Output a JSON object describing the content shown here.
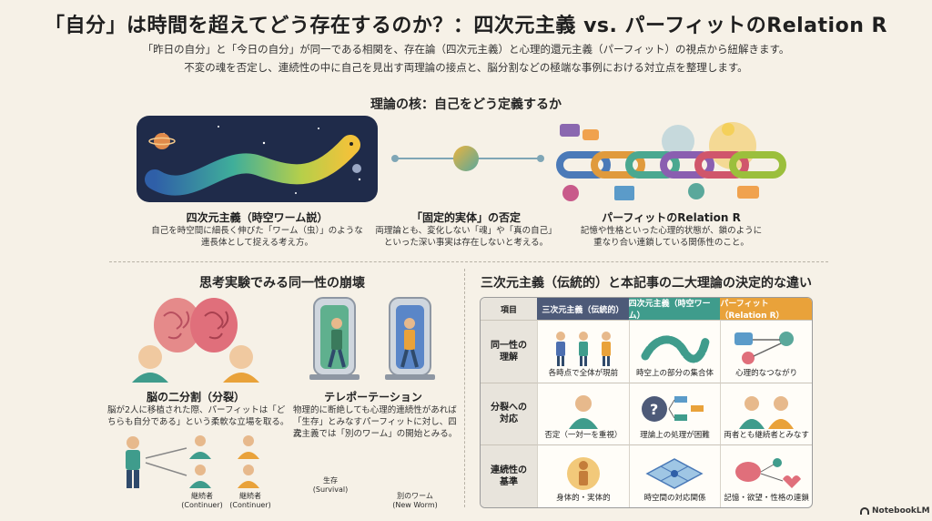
{
  "header": {
    "title": "「自分」は時間を超えてどう存在するのか？：四次元主義 vs. パーフィットのRelation R",
    "subtitle_line1": "「昨日の自分」と「今日の自分」が同一である相関を、存在論（四次元主義）と心理的還元主義（パーフィット）の視点から紐解きます。",
    "subtitle_line2": "不変の魂を否定し、連続性の中に自己を見出す両理論の接点と、脳分割などの極端な事例における対立点を整理します。"
  },
  "core": {
    "heading": "理論の核：自己をどう定義するか",
    "left": {
      "title": "四次元主義（時空ワーム説）",
      "text1": "自己を時空間に細長く伸びた「ワーム（虫）」のような",
      "text2": "連長体として捉える考え方。"
    },
    "middle": {
      "title": "「固定的実体」の否定",
      "text1": "両理論とも、変化しない「魂」や「真の自己」",
      "text2": "といった深い事実は存在しないと考える。"
    },
    "right": {
      "title": "パーフィットのRelation R",
      "text1": "記憶や性格といった心理的状態が、鎖のように",
      "text2": "重なり合い連鎖している関係性のこと。"
    }
  },
  "thought": {
    "heading": "思考実験でみる同一性の崩壊",
    "brain": {
      "title": "脳の二分割（分裂）",
      "text1": "脳が2人に移植された際、パーフィットは「ど",
      "text2": "ちらも自分である」という柔軟な立場を取る。",
      "label_a": "継続者",
      "label_a_en": "(Continuer)",
      "label_b": "継続者",
      "label_b_en": "(Continuer)"
    },
    "teleport": {
      "title": "テレポーテーション",
      "text1": "物理的に断絶しても心理的連続性があれば",
      "text2": "「生存」とみなすパーフィットに対し、四次",
      "text3": "元主義では「別のワーム」の開始とみる。",
      "label_a": "生存",
      "label_a_en": "(Survival)",
      "label_b": "別のワーム",
      "label_b_en": "(New Worm)"
    }
  },
  "compare": {
    "heading": "三次元主義（伝統的）と本記事の二大理論の決定的な違い",
    "columns": [
      "項目",
      "三次元主義（伝統的）",
      "四次元主義（時空ワーム）",
      "パーフィット（Relation R）"
    ],
    "rows": [
      {
        "label": "同一性の\n理解",
        "cells": [
          "各時点で全体が現前",
          "時空上の部分の集合体",
          "心理的なつながり"
        ]
      },
      {
        "label": "分裂への\n対応",
        "cells": [
          "否定（一対一を重視）",
          "理論上の処理が困難",
          "両者とも継続者とみなす"
        ]
      },
      {
        "label": "連続性の\n基準",
        "cells": [
          "身体的・実体的",
          "時空間の対応関係",
          "記憶・欲望・性格の連鎖"
        ]
      }
    ]
  },
  "brand": "NotebookLM",
  "colors": {
    "bg": "#f6f1e7",
    "col3d": "#4d5a78",
    "col4d": "#3f9c8c",
    "colParfit": "#e9a23a"
  }
}
